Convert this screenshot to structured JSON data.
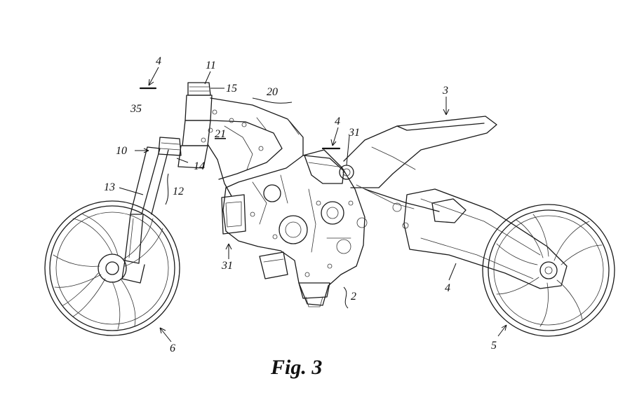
{
  "figure": {
    "caption": "Fig. 3",
    "labels": {
      "l4_top": "4",
      "l11": "11",
      "l15": "15",
      "l20": "20",
      "l3": "3",
      "l35": "35",
      "l21": "21",
      "l4_mid": "4",
      "l31_top": "31",
      "l10": "10",
      "l14": "14",
      "l13": "13",
      "l12": "12",
      "l31_bottom": "31",
      "l2": "2",
      "l4_swingarm": "4",
      "l6": "6",
      "l5": "5"
    }
  }
}
